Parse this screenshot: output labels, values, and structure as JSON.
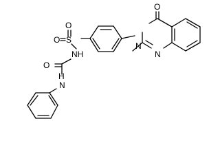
{
  "atoms": {
    "oxo_oxygen": "O",
    "n3": "N",
    "n1": "N",
    "sulfur": "S",
    "sulfonyl_o_left": "O",
    "sulfonyl_o_right": "O",
    "sulfonamide_n": "NH",
    "carbonyl_o": "O",
    "amide_n": "N",
    "amide_h": "H"
  },
  "colors": {
    "ink": "#000000",
    "background": "#ffffff"
  }
}
